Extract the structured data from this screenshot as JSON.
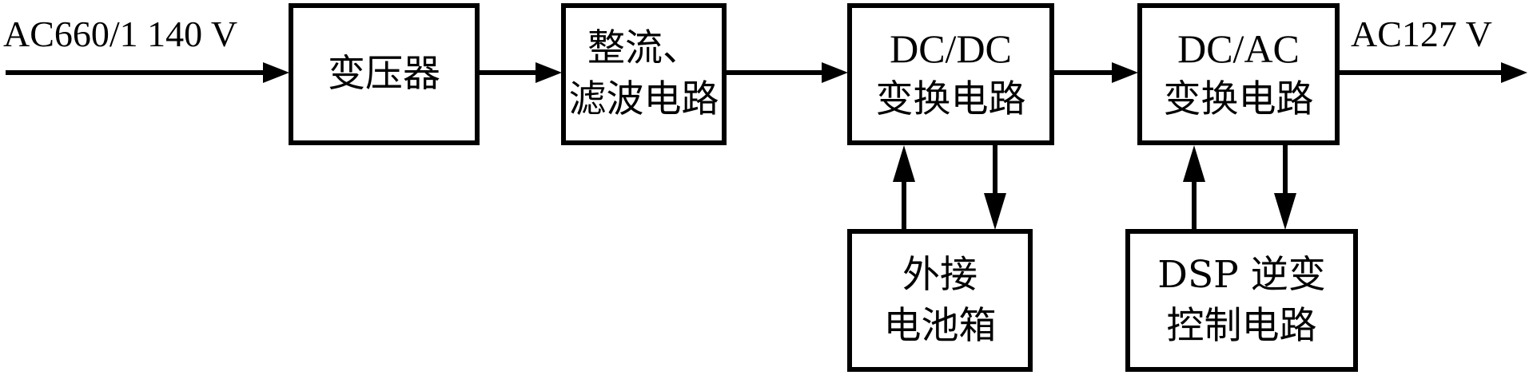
{
  "diagram": {
    "title": "",
    "input_label": "AC660/1 140 V",
    "output_label": "AC127 V",
    "blocks": {
      "transformer": {
        "lines": [
          "变压器"
        ]
      },
      "rectifier_filter": {
        "lines": [
          "整流、",
          "滤波电路"
        ]
      },
      "dcdc_converter": {
        "lines": [
          "DC/DC",
          "变换电路"
        ]
      },
      "dcac_converter": {
        "lines": [
          "DC/AC",
          "变换电路"
        ]
      },
      "battery_box": {
        "lines": [
          "外接",
          "电池箱"
        ]
      },
      "dsp_control": {
        "lines": [
          "DSP 逆变",
          "控制电路"
        ]
      }
    },
    "connections": [
      {
        "from": "input",
        "to": "transformer"
      },
      {
        "from": "transformer",
        "to": "rectifier_filter"
      },
      {
        "from": "rectifier_filter",
        "to": "dcdc_converter"
      },
      {
        "from": "dcdc_converter",
        "to": "dcac_converter"
      },
      {
        "from": "dcac_converter",
        "to": "output"
      },
      {
        "from": "battery_box",
        "to": "dcdc_converter"
      },
      {
        "from": "dcdc_converter",
        "to": "battery_box"
      },
      {
        "from": "dsp_control",
        "to": "dcac_converter"
      },
      {
        "from": "dcac_converter",
        "to": "dsp_control"
      }
    ]
  }
}
